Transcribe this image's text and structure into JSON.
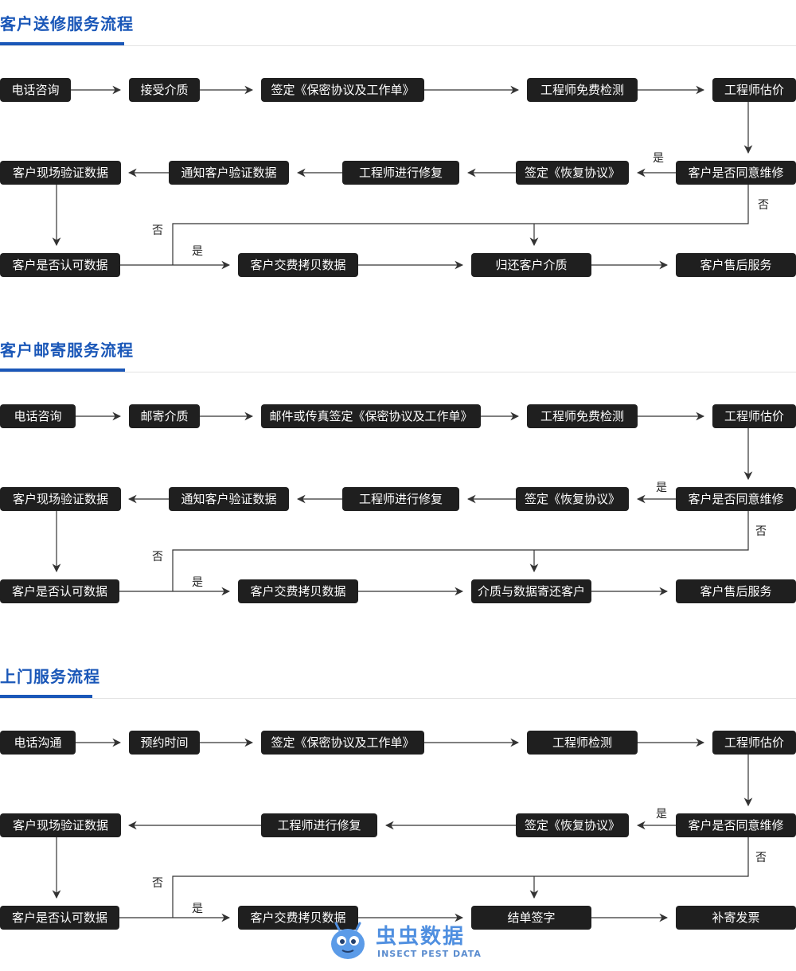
{
  "sections": [
    {
      "title": "客户送修服务流程",
      "row1": [
        "电话咨询",
        "接受介质",
        "签定《保密协议及工作单》",
        "工程师免费检测",
        "工程师估价"
      ],
      "row2": [
        "客户现场验证数据",
        "通知客户验证数据",
        "工程师进行修复",
        "签定《恢复协议》",
        "客户是否同意维修"
      ],
      "row3": [
        "客户是否认可数据",
        "客户交费拷贝数据",
        "归还客户介质",
        "客户售后服务"
      ],
      "labels": {
        "agree_yes": "是",
        "agree_no": "否",
        "accept_no": "否",
        "accept_yes": "是"
      }
    },
    {
      "title": "客户邮寄服务流程",
      "row1": [
        "电话咨询",
        "邮寄介质",
        "邮件或传真签定《保密协议及工作单》",
        "工程师免费检测",
        "工程师估价"
      ],
      "row2": [
        "客户现场验证数据",
        "通知客户验证数据",
        "工程师进行修复",
        "签定《恢复协议》",
        "客户是否同意维修"
      ],
      "row3": [
        "客户是否认可数据",
        "客户交费拷贝数据",
        "介质与数据寄还客户",
        "客户售后服务"
      ],
      "labels": {
        "agree_yes": "是",
        "agree_no": "否",
        "accept_no": "否",
        "accept_yes": "是"
      }
    },
    {
      "title": "上门服务流程",
      "row1": [
        "电话沟通",
        "预约时间",
        "签定《保密协议及工作单》",
        "工程师检测",
        "工程师估价"
      ],
      "row2": [
        "客户现场验证数据",
        "工程师进行修复",
        "签定《恢复协议》",
        "客户是否同意维修"
      ],
      "row3": [
        "客户是否认可数据",
        "客户交费拷贝数据",
        "结单签字",
        "补寄发票"
      ],
      "labels": {
        "agree_yes": "是",
        "agree_no": "否",
        "accept_no": "否",
        "accept_yes": "是"
      }
    }
  ],
  "watermark": {
    "main": "虫虫数据",
    "sub": "INSECT PEST DATA",
    "accent": "#4f8fe0"
  },
  "colors": {
    "title": "#1a57b8",
    "box": "#1f1f1f",
    "line": "#333333"
  }
}
